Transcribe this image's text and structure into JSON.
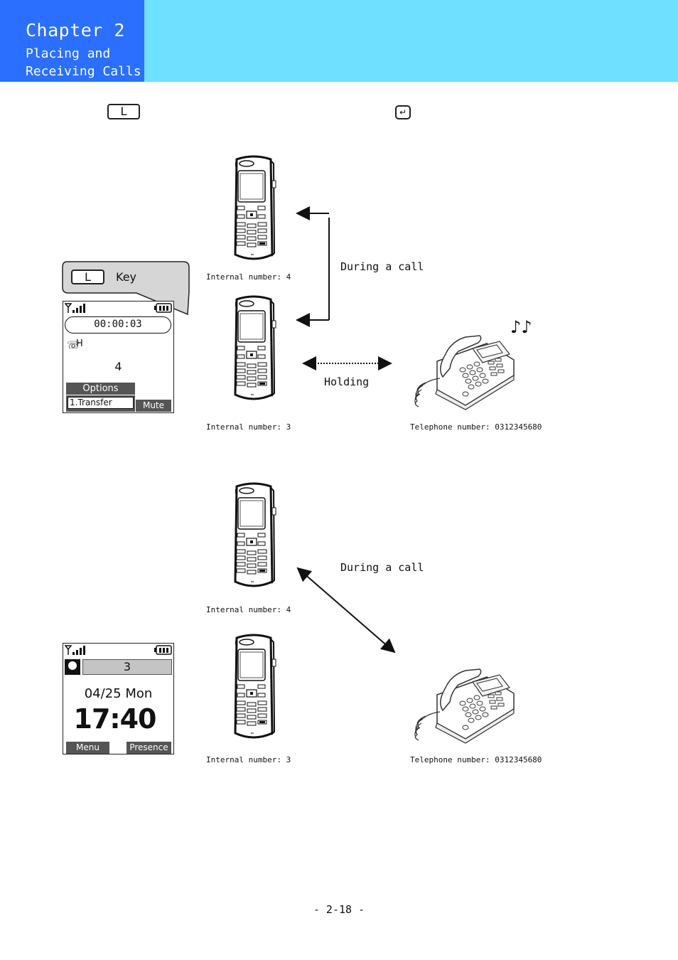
{
  "header": {
    "chapter": "Chapter 2",
    "subtitle_line1": "Placing and",
    "subtitle_line2": "Receiving Calls"
  },
  "instruction_keys": {
    "first_key": "L",
    "second_key": "↵"
  },
  "callout": {
    "key_label": "L",
    "text": "Key"
  },
  "screen_top": {
    "timer": "00:00:03",
    "line_status": "H",
    "number": "4",
    "options_title": "Options",
    "options_item": "1.Transfer",
    "softkey_right": "Mute"
  },
  "screen_bottom": {
    "extension": "3",
    "date": "04/25 Mon",
    "time": "17:40",
    "softkey_left": "Menu",
    "softkey_right": "Presence"
  },
  "diagram_top": {
    "handset_upper_label": "Internal number:  4",
    "handset_lower_label": "Internal number:  3",
    "desk_phone_label": "Telephone number:  0312345680",
    "during_call": "During a call",
    "holding": "Holding",
    "music_note": "♪♪"
  },
  "diagram_bottom": {
    "handset_upper_label": "Internal number:  4",
    "handset_lower_label": "Internal number:  3",
    "desk_phone_label": "Telephone number:  0312345680",
    "during_call": "During a call"
  },
  "footer": {
    "page_number": "- 2-18 -"
  }
}
